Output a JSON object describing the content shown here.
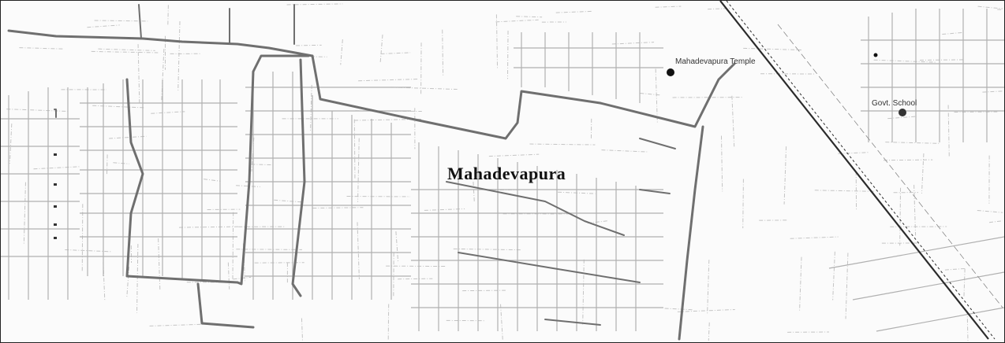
{
  "map": {
    "area_label": "Mahadevapura",
    "landmarks": [
      {
        "name": "Mahadevapura Temple"
      },
      {
        "name": "Govt. School"
      }
    ],
    "colors": {
      "background": "#fbfbfb",
      "road": "#6f6f6f",
      "minor_road": "#bdbdbd",
      "railway": "#2b2b2b",
      "text": "#111111"
    }
  }
}
